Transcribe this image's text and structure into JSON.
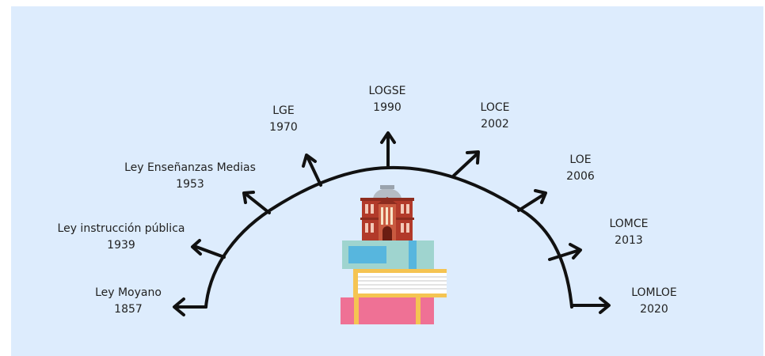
{
  "colors": {
    "background": "#ddecfd",
    "ink": "#111111",
    "book_pink": "#ef7195",
    "book_yellow": "#f5c452",
    "book_teal": "#9fd4cf",
    "book_blue": "#57b6de",
    "building_red": "#b23a2a",
    "dome_grey": "#b5bcc4"
  },
  "icons": [
    "books-stack-icon",
    "university-building-icon"
  ],
  "milestones": [
    {
      "name": "Ley Moyano",
      "year": "1857"
    },
    {
      "name": "Ley instrucción pública",
      "year": "1939"
    },
    {
      "name": "Ley Enseñanzas Medias",
      "year": "1953"
    },
    {
      "name": "LGE",
      "year": "1970"
    },
    {
      "name": "LOGSE",
      "year": "1990"
    },
    {
      "name": "LOCE",
      "year": "2002"
    },
    {
      "name": "LOE",
      "year": "2006"
    },
    {
      "name": "LOMCE",
      "year": "2013"
    },
    {
      "name": "LOMLOE",
      "year": "2020"
    }
  ]
}
